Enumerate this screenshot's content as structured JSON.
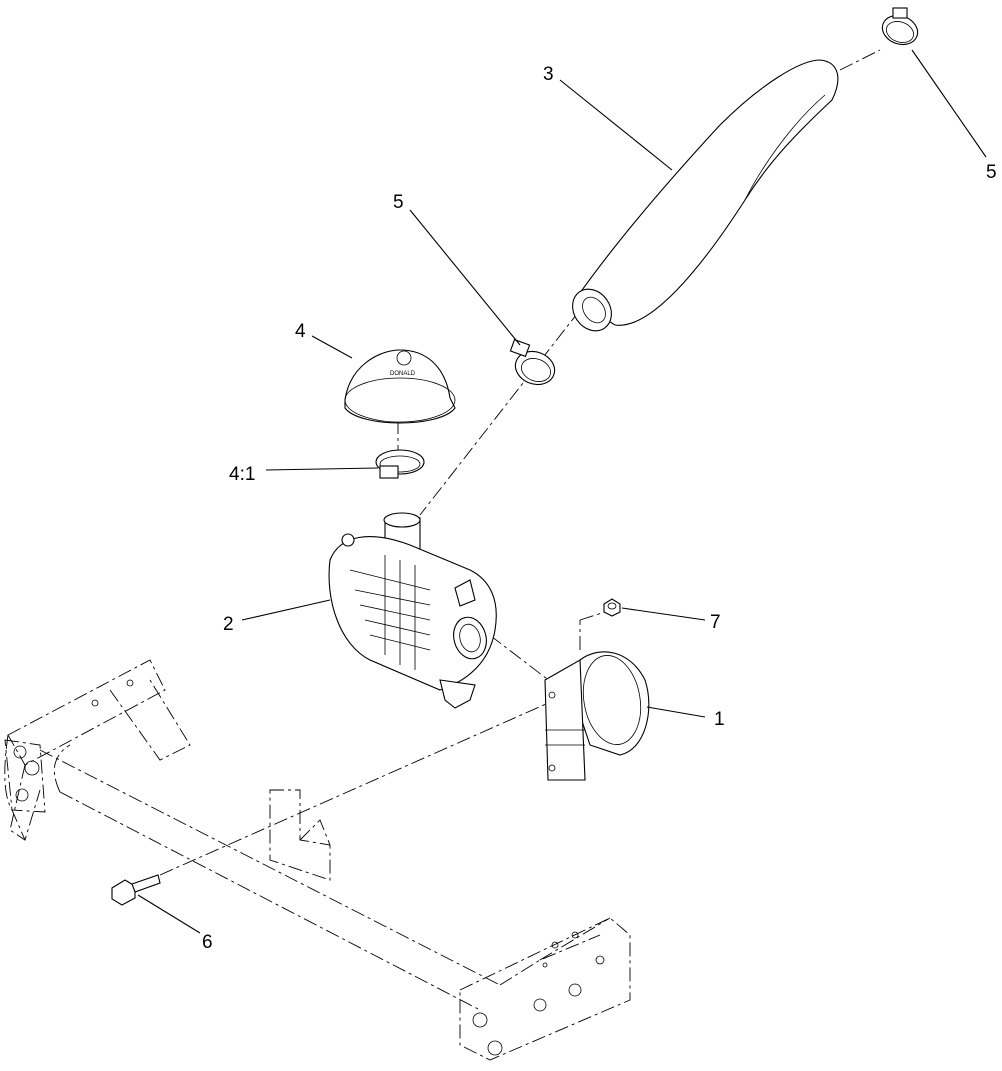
{
  "callouts": [
    {
      "id": "c1",
      "label": "1"
    },
    {
      "id": "c2",
      "label": "2"
    },
    {
      "id": "c3",
      "label": "3"
    },
    {
      "id": "c4",
      "label": "4"
    },
    {
      "id": "c41",
      "label": "4:1"
    },
    {
      "id": "c5a",
      "label": "5"
    },
    {
      "id": "c5b",
      "label": "5"
    },
    {
      "id": "c6",
      "label": "6"
    },
    {
      "id": "c7",
      "label": "7"
    }
  ]
}
